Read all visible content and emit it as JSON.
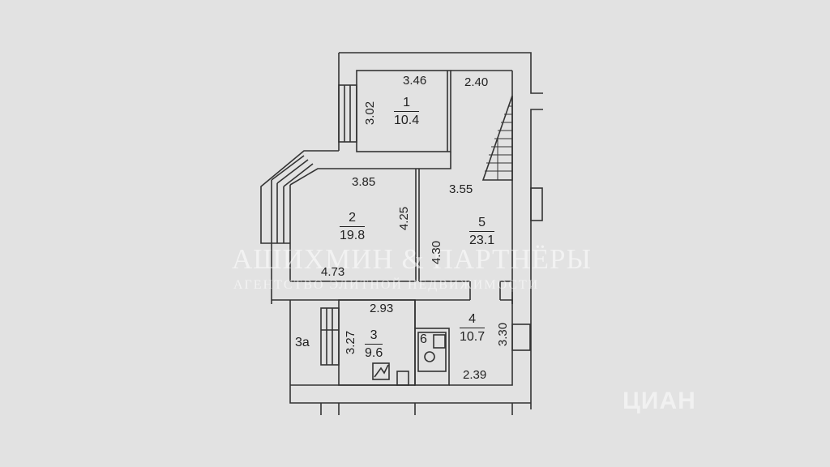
{
  "floor_plan": {
    "rooms": [
      {
        "id": "1",
        "area": "10.4"
      },
      {
        "id": "2",
        "area": "19.8"
      },
      {
        "id": "3",
        "area": "9.6"
      },
      {
        "id": "3a",
        "area": ""
      },
      {
        "id": "4",
        "area": "10.7"
      },
      {
        "id": "5",
        "area": "23.1"
      },
      {
        "id": "6",
        "area": ""
      }
    ],
    "dimensions": {
      "room1_width": "3.46",
      "room1_height": "3.02",
      "corridor_top": "2.40",
      "room2_top": "3.85",
      "room2_bottom": "4.73",
      "room2_side": "4.25",
      "room5_top": "3.55",
      "room5_side": "4.30",
      "room3_top": "2.93",
      "room3_side": "3.27",
      "room4_side": "3.30",
      "room4_bottom": "2.39"
    },
    "label_3a": "3а",
    "label_6": "6"
  },
  "watermark": {
    "title": "АШИХМИН & ПАРТНЁРЫ",
    "subtitle": "АГЕНТСТВО ЭЛИТНОЙ НЕДВИЖИМОСТИ",
    "corner": "ЦИАН"
  },
  "colors": {
    "background": "#e2e2e2",
    "line": "#333333"
  }
}
